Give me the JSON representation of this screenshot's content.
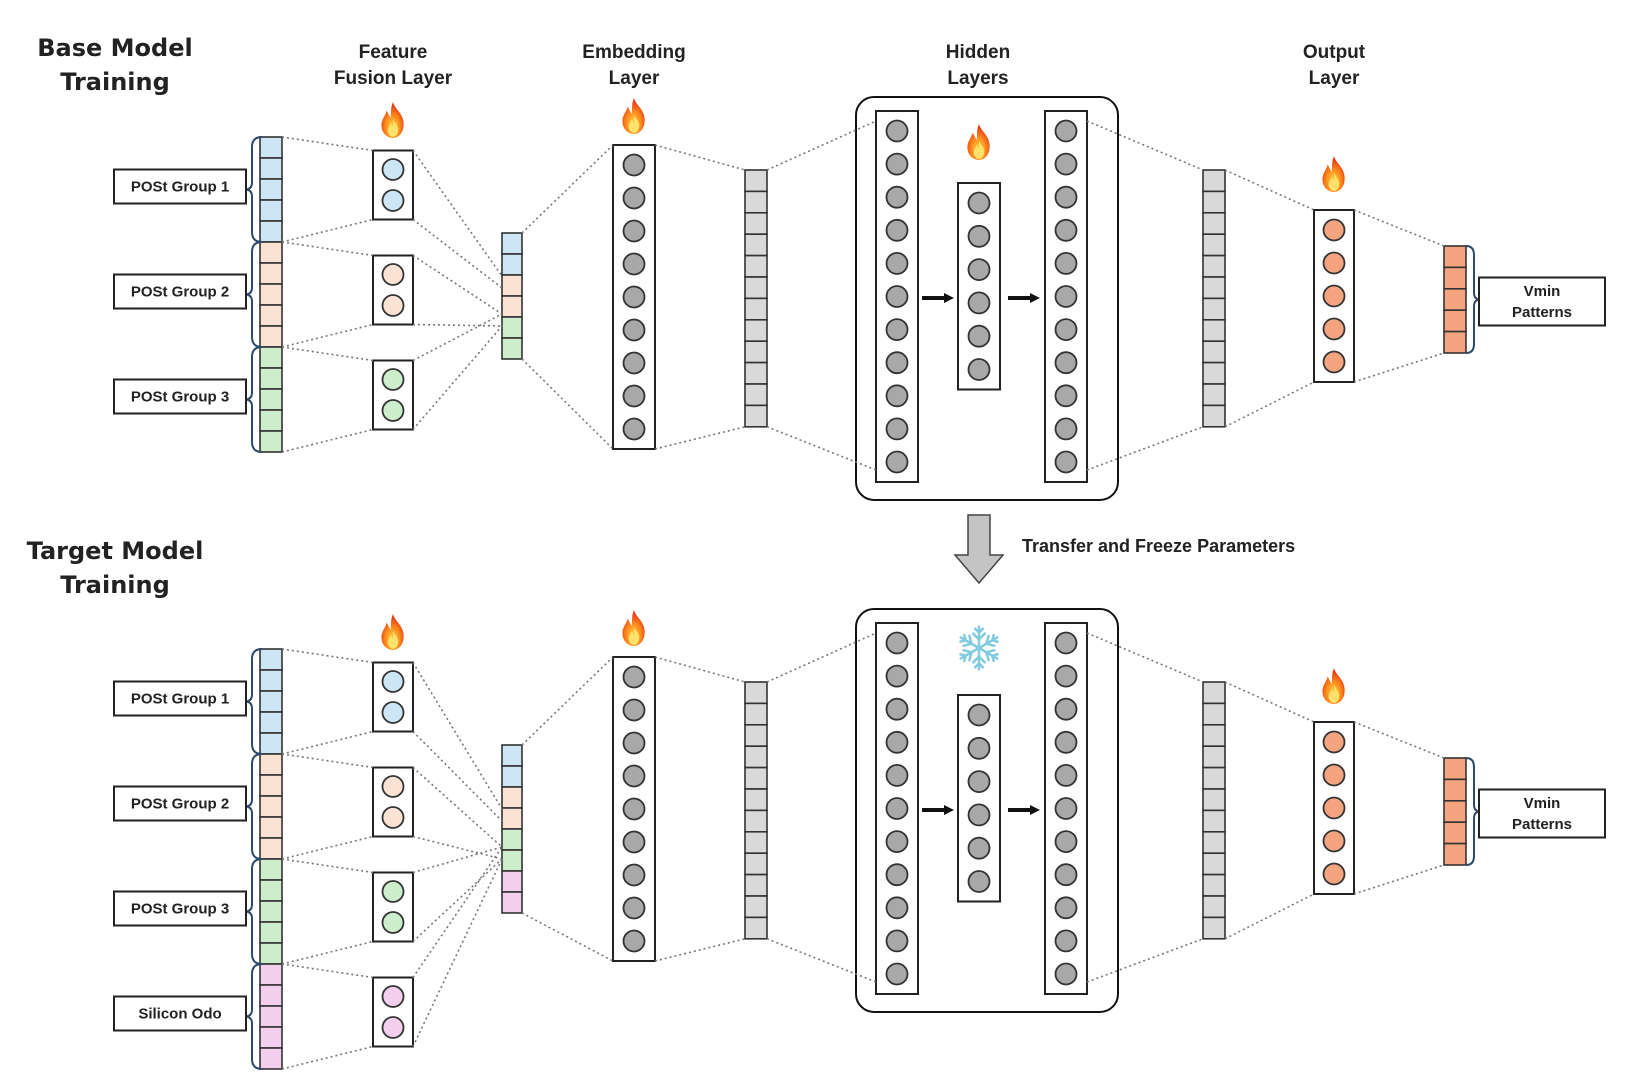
{
  "column_headers": {
    "feature_fusion": [
      "Feature",
      "Fusion Layer"
    ],
    "embedding": [
      "Embedding",
      "Layer"
    ],
    "hidden": [
      "Hidden",
      "Layers"
    ],
    "output": [
      "Output",
      "Layer"
    ]
  },
  "base": {
    "title": [
      "Base Model",
      "Training"
    ],
    "inputs": [
      "POSt Group 1",
      "POSt Group 2",
      "POSt Group 3"
    ],
    "output_label": [
      "Vmin",
      "Patterns"
    ]
  },
  "target": {
    "title": [
      "Target Model",
      "Training"
    ],
    "inputs": [
      "POSt Group 1",
      "POSt Group 2",
      "POSt Group 3",
      "Silicon Odo"
    ],
    "output_label": [
      "Vmin",
      "Patterns"
    ]
  },
  "transfer_label": "Transfer and Freeze Parameters",
  "icons": {
    "trainable": "fire-icon",
    "frozen": "snowflake-icon"
  },
  "colors": {
    "blue": "#cde6f5",
    "peach": "#fbe2d3",
    "green": "#cdeecb",
    "pink": "#f3cfee",
    "gray": "#d9d9d9",
    "neuron_gray": "#a8a8a8",
    "orange": "#f4a57f",
    "ice": "#7fcbe0"
  }
}
